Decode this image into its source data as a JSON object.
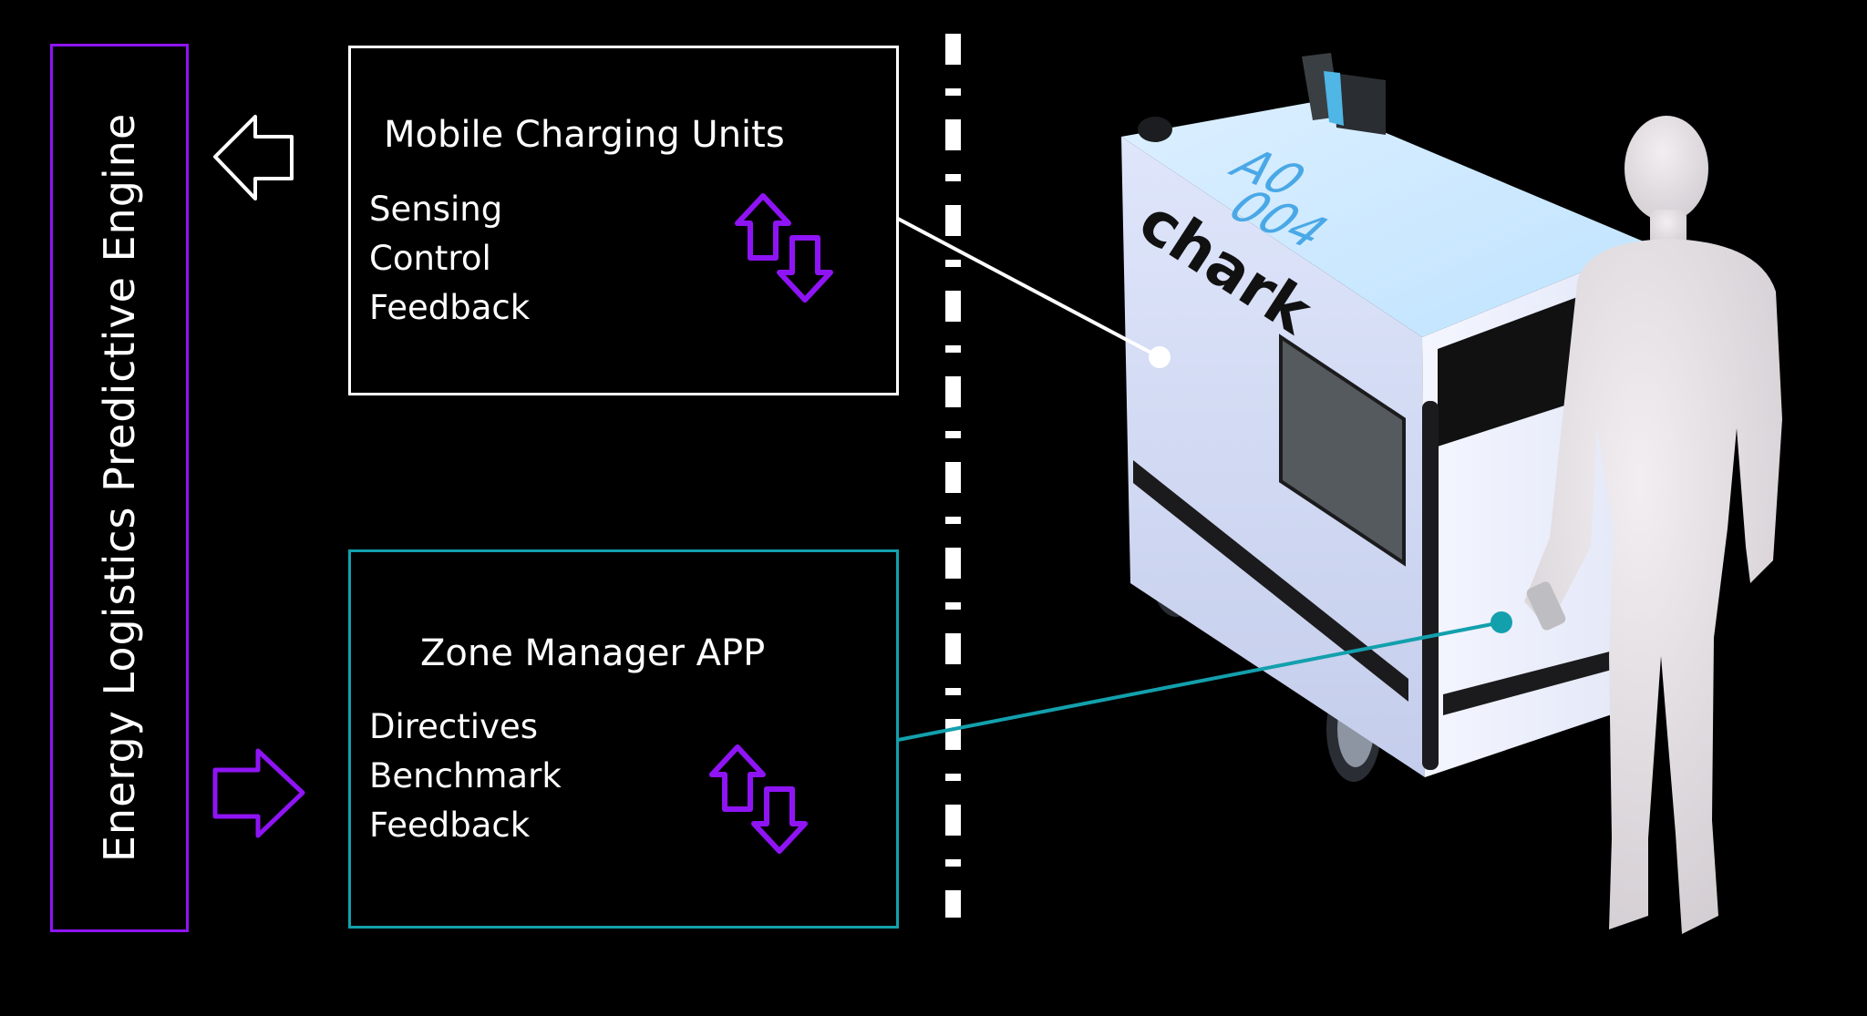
{
  "engine": {
    "label": "Energy Logistics Predictive Engine",
    "color": "#8f14f5"
  },
  "flows": {
    "to_engine": {
      "icon": "arrow-left-icon",
      "color": "#ffffff"
    },
    "from_engine": {
      "icon": "arrow-right-icon",
      "color": "#8f14f5"
    }
  },
  "mobile_charging_units": {
    "title": "Mobile Charging Units",
    "items": [
      "Sensing",
      "Control",
      "Feedback"
    ],
    "border_color": "#ffffff",
    "icon": "bidirectional-arrows-icon"
  },
  "zone_manager": {
    "title": "Zone Manager APP",
    "items": [
      "Directives",
      "Benchmark",
      "Feedback"
    ],
    "border_color": "#13a0ad",
    "icon": "bidirectional-arrows-icon"
  },
  "divider": {
    "style": "dash-dot",
    "color": "#ffffff"
  },
  "robot": {
    "brand": "chark",
    "unit_id_line1": "A0",
    "unit_id_line2": "004",
    "id_color": "#4aa8e6"
  },
  "accent_colors": {
    "purple": "#8f14f5",
    "teal": "#13a0ad",
    "white": "#ffffff"
  }
}
